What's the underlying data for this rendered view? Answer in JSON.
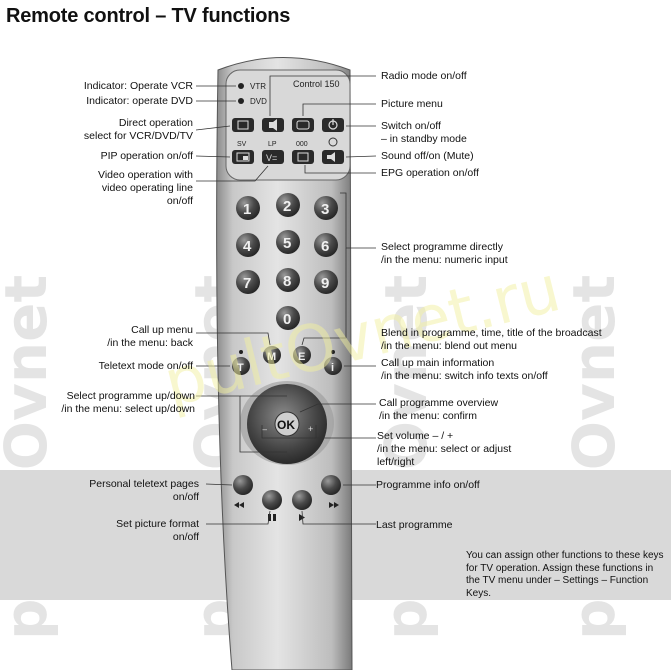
{
  "title": "Remote control – TV functions",
  "watermark": {
    "side_text": "pulteOvnet",
    "center_text": "pultOvnet.ru"
  },
  "remote": {
    "brand": "Control 150",
    "indicator_vtr": "VTR",
    "indicator_dvd": "DVD",
    "sv": "SV",
    "lp": "LP",
    "ooo": "000",
    "digits": [
      "1",
      "2",
      "3",
      "4",
      "5",
      "6",
      "7",
      "8",
      "9",
      "0"
    ],
    "btn_t": "T",
    "btn_m": "M",
    "btn_e": "E",
    "btn_i": "i",
    "btn_ok": "OK",
    "btn_v": "V="
  },
  "left_labels": {
    "vcr": "Indicator: Operate VCR",
    "dvd": "Indicator: operate DVD",
    "direct": "Direct operation\nselect for VCR/DVD/TV",
    "pip": "PIP operation on/off",
    "video": "Video operation with\nvideo operating line\non/off",
    "menu": "Call up menu\n/in the menu: back",
    "teletext": "Teletext mode on/off",
    "prog_updown": "Select programme up/down\n/in the menu: select up/down",
    "personal": "Personal teletext pages\non/off",
    "picformat": "Set picture format\non/off"
  },
  "right_labels": {
    "radio": "Radio mode on/off",
    "picture": "Picture menu",
    "switch": "Switch on/off\n– in standby mode",
    "sound": "Sound off/on (Mute)",
    "epg": "EPG operation on/off",
    "select_prog": "Select programme directly\n/in the menu: numeric input",
    "blend": "Blend in programme, time, title of the broadcast\n/in the menu: blend out menu",
    "info": "Call up main information\n/in the menu: switch info texts on/off",
    "overview": "Call programme overview\n/in the menu: confirm",
    "volume": "Set volume – / +\n/in the menu: select or adjust\nleft/right",
    "prog_info": "Programme info on/off",
    "last_prog": "Last programme"
  },
  "note": "You can assign other functions to these keys for TV operation. Assign these functions in the TV menu under – Settings – Function Keys."
}
